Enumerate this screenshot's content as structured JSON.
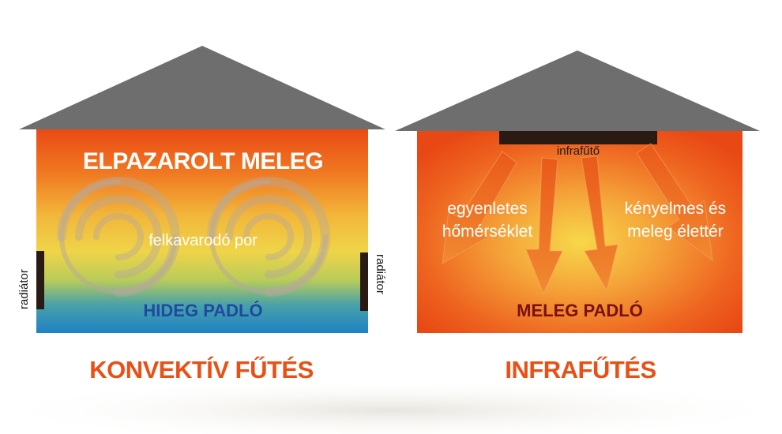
{
  "convective": {
    "wasted_heat": "ELPAZAROLT MELEG",
    "dust": "felkavarodó por",
    "cold_floor": "HIDEG PADLÓ",
    "radiator_left": "radiátor",
    "radiator_right": "radiátor",
    "caption": "KONVEKTÍV FŰTÉS"
  },
  "infrared": {
    "heater": "infrafűtő",
    "left_line1": "egyenletes",
    "left_line2": "hőmérséklet",
    "right_line1": "kényelmes és",
    "right_line2": "meleg élettér",
    "warm_floor": "MELEG PADLÓ",
    "caption": "INFRAFŰTÉS"
  },
  "colors": {
    "roof": "#6e6e6e",
    "accent_orange": "#ea4f16",
    "cold_blue": "#1f4aa0",
    "warm_dark_red": "#7a1010",
    "radiator": "#2a1a14"
  }
}
